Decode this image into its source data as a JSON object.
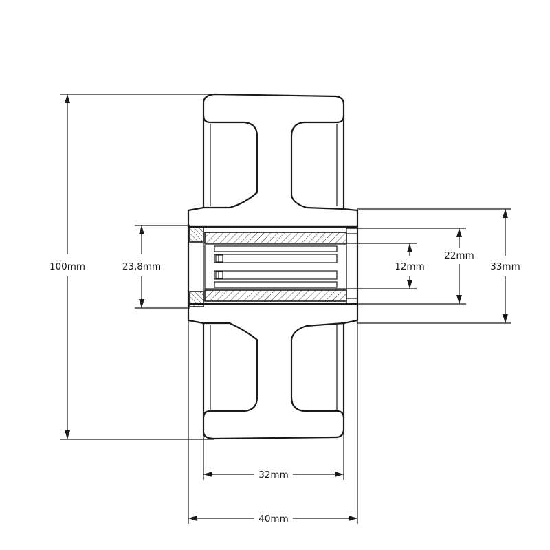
{
  "dimensions": {
    "overall_diameter": "100mm",
    "bearing_bore": "23,8mm",
    "shaft_diameter": "12mm",
    "inner_diameter": "22mm",
    "hub_diameter": "33mm",
    "tread_width": "32mm",
    "hub_width": "40mm"
  }
}
